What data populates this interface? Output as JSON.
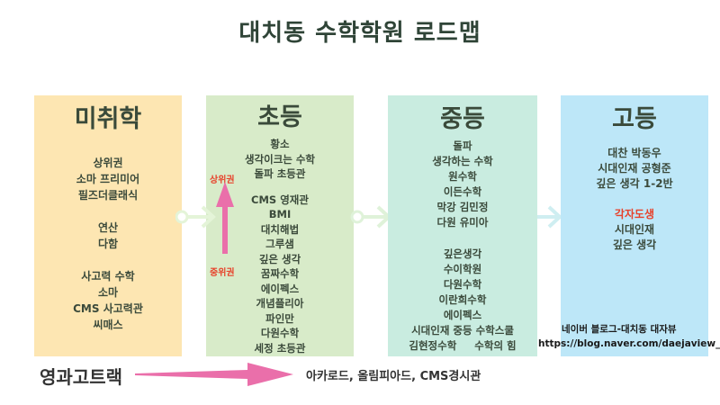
{
  "title": "대치동 수학학원 로드맵",
  "columns": [
    {
      "heading": "미취학",
      "groups": [
        [
          "상위권",
          "소마 프리미어",
          "필즈더클래식"
        ],
        [
          "연산",
          "다함"
        ],
        [
          "사고력 수학",
          "소마",
          "CMS 사고력관",
          "씨매스"
        ]
      ]
    },
    {
      "heading": "초등",
      "groups": [
        [
          "황소",
          "생각이크는 수학",
          "돌파 초등관"
        ],
        [
          "CMS 영재관",
          "BMI",
          "대치해법",
          "그루샘",
          "깊은 생각",
          "꿈짜수학",
          "에이펙스",
          "개념플리아",
          "파인만",
          "다원수학",
          "세정 초등관"
        ]
      ],
      "side_labels": {
        "top": "상위권",
        "bottom": "중위권"
      }
    },
    {
      "heading": "중등",
      "groups": [
        [
          "돌파",
          "생각하는 수학",
          "원수학",
          "이든수학",
          "막강 김민정",
          "다원 유미아"
        ],
        [
          "깊은생각",
          "수이학원",
          "다원수학",
          "이란희수학",
          "에이펙스",
          "시대인재 중등 수학스쿨",
          "김현정수학     수학의 힘"
        ]
      ]
    },
    {
      "heading": "고등",
      "groups": [
        [
          "대찬 박동우",
          "시대인재 공형준",
          "깊은 생각 1-2반"
        ],
        [
          "각자도생",
          "시대인재",
          "깊은 생각"
        ]
      ],
      "highlight": "각자도생"
    }
  ],
  "blog": {
    "line1": "네이버 블로그-대치동 대자뷰",
    "line2": "https://blog.naver.com/daejaview_"
  },
  "bottom": {
    "left": "영과고트랙",
    "right": "아카로드, 올림피아드, CMS경시관"
  },
  "colors": {
    "col1": "#fde6b2",
    "col2": "#d8ebc9",
    "col3": "#c9ece0",
    "col4": "#bde7f8",
    "accent_red": "#e7422b",
    "pink_arrow": "#ea6faa",
    "connector": "#d9f0d6"
  }
}
